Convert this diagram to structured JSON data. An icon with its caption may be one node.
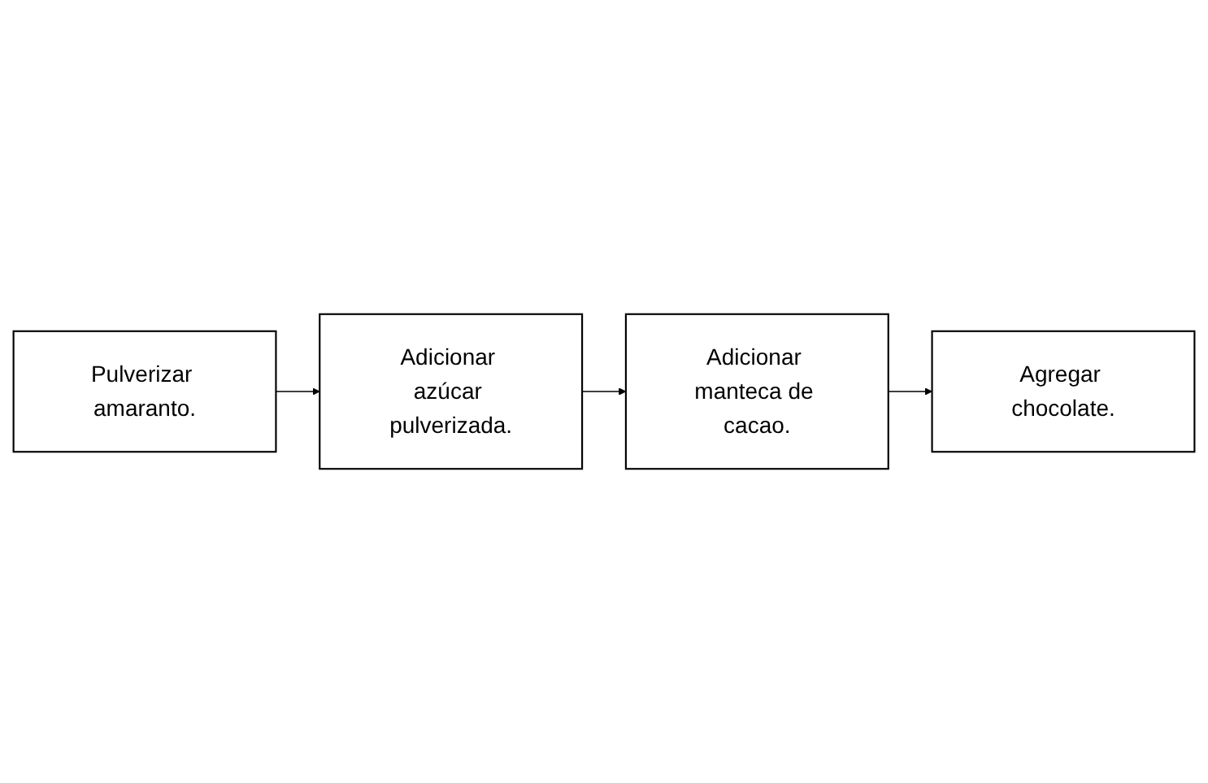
{
  "diagram": {
    "nodes": [
      {
        "text": [
          "Pulverizar amaranto."
        ]
      },
      {
        "text": [
          "Adicionar azúcar pulverizada."
        ]
      },
      {
        "text": [
          "Adicionar manteca de cacao."
        ]
      },
      {
        "text": [
          "Agregar chocolate."
        ]
      }
    ],
    "edges": [
      {
        "from": 0,
        "to": 1,
        "arrow": "to"
      },
      {
        "from": 1,
        "to": 2,
        "arrow": "to"
      },
      {
        "from": 2,
        "to": 3,
        "arrow": "to"
      }
    ]
  }
}
